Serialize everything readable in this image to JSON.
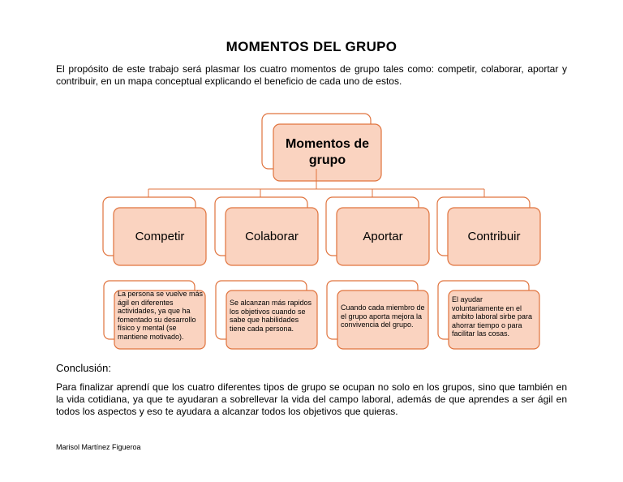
{
  "document": {
    "title": "MOMENTOS DEL GRUPO",
    "intro": "El propósito de este trabajo será plasmar los cuatro momentos de grupo tales como: competir, colaborar, aportar y contribuir, en un mapa conceptual explicando el beneficio de cada uno de estos.",
    "conclusion_heading": "Conclusión:",
    "conclusion_text": "Para finalizar aprendí que los cuatro diferentes tipos de grupo se ocupan no solo en los grupos, sino que también en la vida cotidiana, ya que te ayudaran a sobrellevar la vida del campo laboral, además de que aprendes a ser ágil en todos los aspectos y eso te ayudara a alcanzar todos los objetivos que quieras.",
    "author": "Marisol Martínez Figueroa"
  },
  "diagram": {
    "root": {
      "line1": "Momentos de",
      "line2": "grupo"
    },
    "moments": [
      {
        "label": "Competir",
        "description": "La persona se vuelve más ágil en diferentes actividades, ya que ha fomentado su desarrollo físico y mental (se mantiene motivado)."
      },
      {
        "label": "Colaborar",
        "description": "Se alcanzan más rapidos los objetivos cuando se sabe que habilidades tiene cada persona."
      },
      {
        "label": "Aportar",
        "description": "Cuando cada miembro de el grupo aporta mejora la convivencia del grupo."
      },
      {
        "label": "Contribuir",
        "description": "El ayudar voluntariamente en el ambito laboral  sirbe para ahorrar tiempo o para facilitar las cosas."
      }
    ],
    "colors": {
      "stroke": "#e0733d",
      "fill": "#fbd7c6",
      "front_fill": "#fad3c0",
      "connector": "#e0733d"
    }
  }
}
